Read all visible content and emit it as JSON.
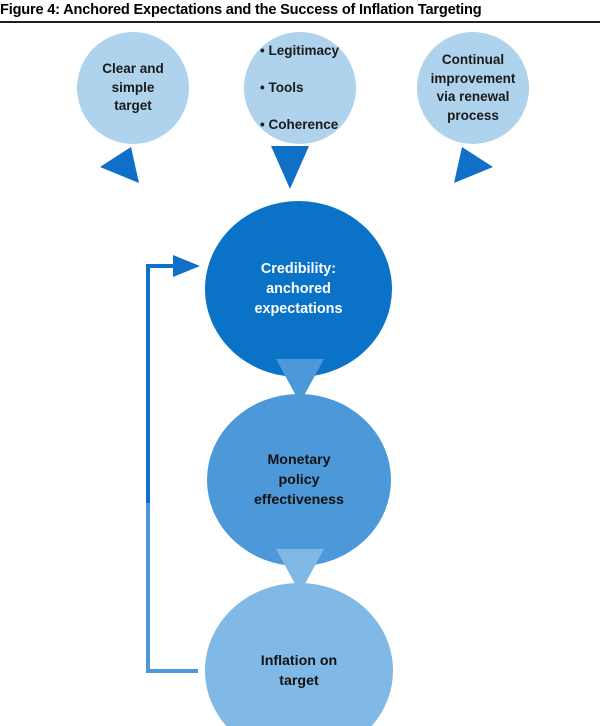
{
  "figure": {
    "title": "Figure 4: Anchored Expectations and the Success of Inflation Targeting",
    "type": "flow-diagram"
  },
  "colors": {
    "title_text": "#000000",
    "title_rule": "#231f20",
    "top_node_fill": "#afd2ed",
    "credibility_fill": "#0a73c8",
    "monetary_fill": "#4d98d8",
    "inflation_fill": "#80b9e5",
    "arrow_dark_blue": "#1070c8",
    "arrow_mid_blue": "#4d98d8",
    "arrow_light_blue": "#7fb8e4",
    "feedback_line_upper": "#1070c8",
    "feedback_line_lower": "#4d98d8",
    "dark_text": "#111111",
    "light_text": "#ffffff"
  },
  "nodes": {
    "clear_target": {
      "label": "Clear and\nsimple\ntarget",
      "fill": "#afd2ed",
      "text_color": "#1a1a1a"
    },
    "pillars": {
      "bullets": [
        "Legitimacy",
        "Tools",
        "Coherence"
      ],
      "bullet_glyph": "•",
      "fill": "#afd2ed",
      "text_color": "#1a1a1a"
    },
    "continual_improvement": {
      "label": "Continual\nimprovement\nvia renewal\nprocess",
      "fill": "#afd2ed",
      "text_color": "#1a1a1a"
    },
    "credibility": {
      "label": "Credibility:\nanchored\nexpectations",
      "fill": "#0a73c8",
      "text_color": "#ffffff"
    },
    "monetary_policy": {
      "label": "Monetary\npolicy\neffectiveness",
      "fill": "#4d98d8",
      "text_color": "#111111"
    },
    "inflation_target": {
      "label": "Inflation on\ntarget",
      "fill": "#80b9e5",
      "text_color": "#111111"
    }
  },
  "connectors": [
    {
      "name": "credibility-to-clear-target",
      "from": "credibility",
      "to": "clear_target",
      "direction": "up-left",
      "shape": "triangle-arrowhead",
      "color": "#1070c8"
    },
    {
      "name": "pillars-to-credibility",
      "from": "pillars",
      "to": "credibility",
      "direction": "down",
      "shape": "triangle-arrowhead",
      "color": "#1070c8"
    },
    {
      "name": "credibility-to-continual-improvement",
      "from": "credibility",
      "to": "continual_improvement",
      "direction": "up-right",
      "shape": "triangle-arrowhead",
      "color": "#1070c8"
    },
    {
      "name": "credibility-to-monetary",
      "from": "credibility",
      "to": "monetary_policy",
      "direction": "down",
      "shape": "triangle-arrowhead",
      "color": "#4d98d8"
    },
    {
      "name": "monetary-to-inflation",
      "from": "monetary_policy",
      "to": "inflation_target",
      "direction": "down",
      "shape": "triangle-arrowhead",
      "color": "#7fb8e4"
    },
    {
      "name": "inflation-feedback-to-credibility",
      "from": "inflation_target",
      "to": "credibility",
      "direction": "left-up-right",
      "shape": "elbow-line-with-arrowhead",
      "color": "#1070c8"
    }
  ]
}
